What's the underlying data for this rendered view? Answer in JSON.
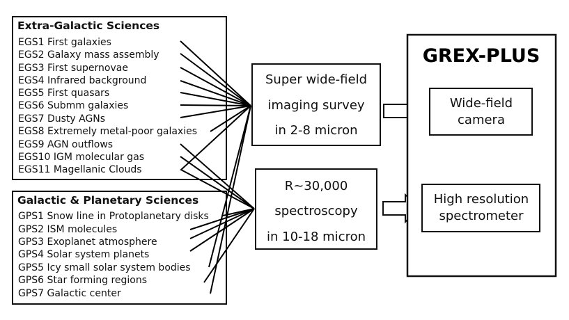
{
  "egs": {
    "title": "Extra-Galactic Sciences",
    "items": [
      "EGS1 First galaxies",
      "EGS2 Galaxy mass assembly",
      "EGS3 First supernovae",
      "EGS4 Infrared background",
      "EGS5 First quasars",
      "EGS6 Submm galaxies",
      "EGS7 Dusty AGNs",
      "EGS8 Extremely metal-poor galaxies",
      "EGS9 AGN outflows",
      "EGS10 IGM molecular gas",
      "EGS11 Magellanic Clouds"
    ]
  },
  "gps": {
    "title": "Galactic & Planetary Sciences",
    "items": [
      "GPS1 Snow line in Protoplanetary disks",
      "GPS2 ISM molecules",
      "GPS3 Exoplanet atmosphere",
      "GPS4 Solar system planets",
      "GPS5 Icy small solar system bodies",
      "GPS6 Star forming regions",
      "GPS7 Galactic center"
    ]
  },
  "imaging": {
    "lines": [
      "Super wide-field",
      "imaging survey",
      "in 2-8 micron"
    ]
  },
  "spectroscopy": {
    "lines": [
      "R~30,000",
      "spectroscopy",
      "in 10-18 micron"
    ]
  },
  "grex": {
    "title": "GREX-PLUS",
    "camera": [
      "Wide-field",
      "camera"
    ],
    "spectrometer": [
      "High resolution",
      "spectrometer"
    ]
  }
}
